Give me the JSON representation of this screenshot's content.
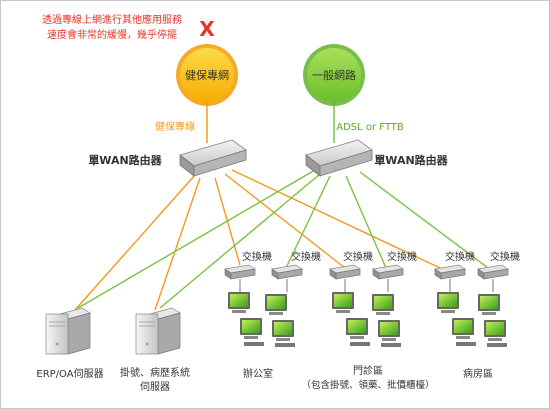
{
  "warning": {
    "line1": "透過專線上網進行其他應用服務",
    "line2": "速度會非常的緩慢，幾乎停擺",
    "mark": "X",
    "color": "#e8352a"
  },
  "networks": {
    "health": {
      "label": "健保專網",
      "link_label": "健保專線",
      "color": "#f7c21a",
      "ring": "#f39a00",
      "link_color": "#f39a1e"
    },
    "general": {
      "label": "一般網路",
      "link_label": "ADSL or FTTB",
      "color": "#8bd13d",
      "ring": "#5fb32a",
      "link_color": "#79c23e"
    }
  },
  "routers": {
    "left_label": "單WAN路由器",
    "right_label": "單WAN路由器"
  },
  "switch_label": "交換機",
  "servers": {
    "erp_label": "ERP/OA伺服器",
    "his_label_line1": "掛號、病歷系統",
    "his_label_line2": "伺服器"
  },
  "zones": {
    "office": "辦公室",
    "clinic_line1": "門診區",
    "clinic_line2": "（包含掛號、領藥、批價櫃檯）",
    "ward": "病房區"
  }
}
